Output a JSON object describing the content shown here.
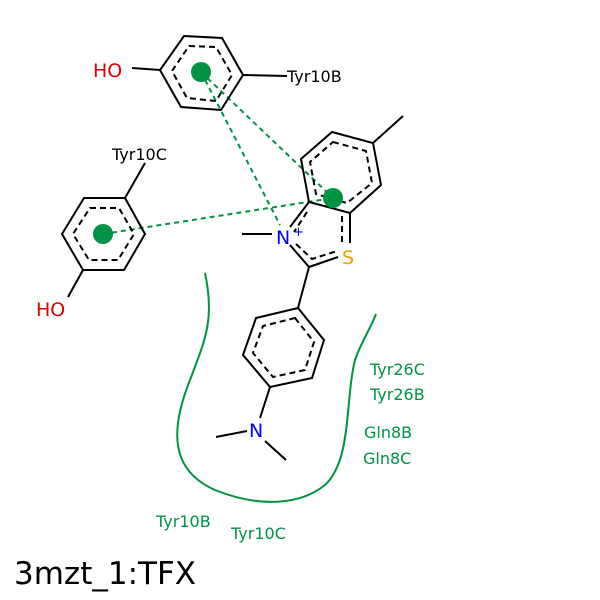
{
  "title": "3mzt_1:TFX",
  "atoms": {
    "top_hydroxyl": "HO",
    "left_hydroxyl": "HO",
    "nitrogen_cation": "N",
    "charge": "+",
    "sulfur": "S",
    "amine_nitrogen": "N"
  },
  "residue_labels": {
    "top_ring": "Tyr10B",
    "left_ring": "Tyr10C"
  },
  "hydrophobic_residues": [
    "Tyr26C",
    "Tyr26B",
    "Gln8B",
    "Gln8C",
    "Tyr10B",
    "Tyr10C"
  ],
  "colors": {
    "interaction": "#009245",
    "oxygen": "#e00000",
    "nitrogen": "#0000ff",
    "sulfur": "#f0a000"
  }
}
